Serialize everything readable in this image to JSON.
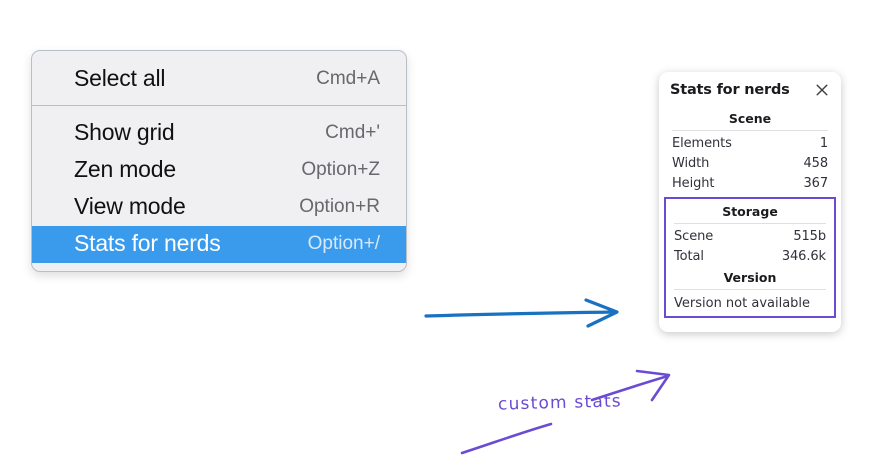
{
  "context_menu": {
    "name": "canvas-context-menu",
    "groups": [
      {
        "items": [
          {
            "label": "Select all",
            "shortcut": "Cmd+A",
            "selected": false
          }
        ]
      },
      {
        "items": [
          {
            "label": "Show grid",
            "shortcut": "Cmd+'",
            "selected": false
          },
          {
            "label": "Zen mode",
            "shortcut": "Option+Z",
            "selected": false
          },
          {
            "label": "View mode",
            "shortcut": "Option+R",
            "selected": false
          },
          {
            "label": "Stats for nerds",
            "shortcut": "Option+/",
            "selected": true
          }
        ]
      }
    ]
  },
  "stats_panel": {
    "title": "Stats for nerds",
    "close_icon": "close-icon",
    "sections": [
      {
        "heading": "Scene",
        "rows": [
          {
            "key": "Elements",
            "value": "1"
          },
          {
            "key": "Width",
            "value": "458"
          },
          {
            "key": "Height",
            "value": "367"
          }
        ]
      },
      {
        "heading": "Storage",
        "rows": [
          {
            "key": "Scene",
            "value": "515b"
          },
          {
            "key": "Total",
            "value": "346.6k"
          }
        ]
      },
      {
        "heading": "Version",
        "plain_text": "Version not available"
      }
    ]
  },
  "annotations": {
    "handwritten_label": "custom stats",
    "blue_arrow_color": "#1971c2",
    "purple_color": "#6c4bd4",
    "highlight_border_color": "#6c4bd4",
    "selection_color": "#3a9bec"
  }
}
